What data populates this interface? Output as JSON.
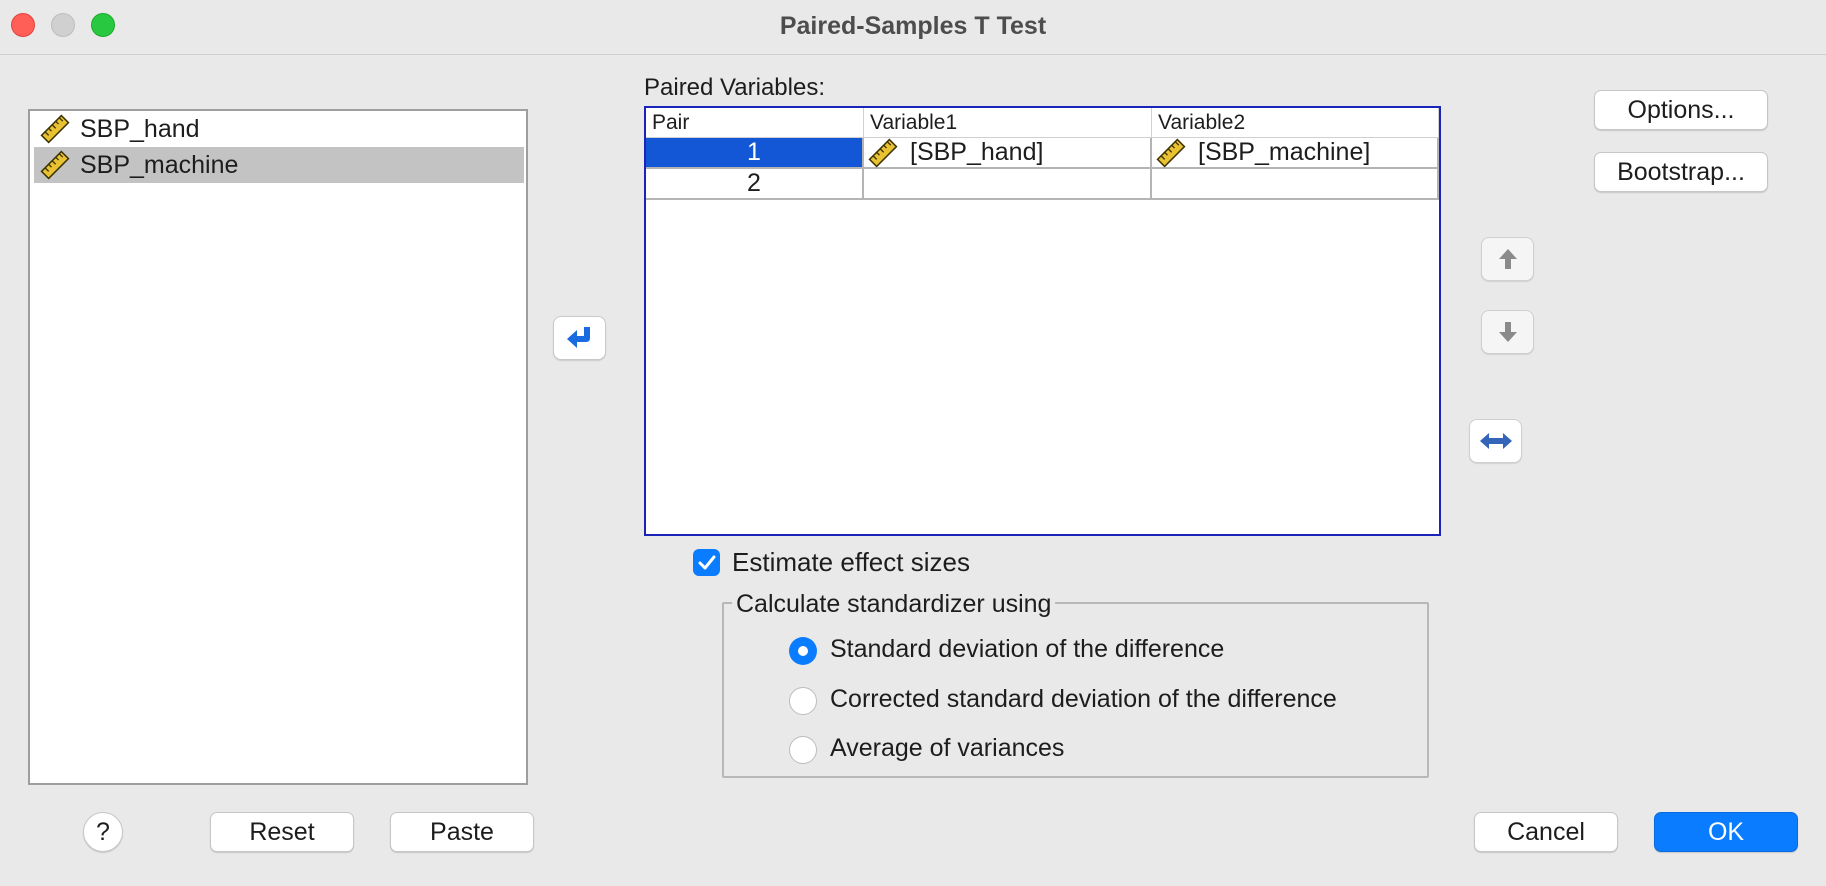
{
  "window": {
    "title": "Paired-Samples T Test"
  },
  "source_list": {
    "items": [
      {
        "label": "SBP_hand",
        "icon": "ruler-icon",
        "selected": false
      },
      {
        "label": "SBP_machine",
        "icon": "ruler-icon",
        "selected": true
      }
    ]
  },
  "paired": {
    "label": "Paired Variables:",
    "headers": [
      "Pair",
      "Variable1",
      "Variable2"
    ],
    "rows": [
      {
        "pair": "1",
        "var1": "[SBP_hand]",
        "var2": "[SBP_machine]",
        "selected": true
      },
      {
        "pair": "2",
        "var1": "",
        "var2": "",
        "selected": false
      }
    ]
  },
  "buttons": {
    "options": "Options...",
    "bootstrap": "Bootstrap...",
    "help": "?",
    "reset": "Reset",
    "paste": "Paste",
    "cancel": "Cancel",
    "ok": "OK"
  },
  "effect": {
    "checkbox_label": "Estimate effect sizes",
    "checked": true,
    "group_title": "Calculate standardizer using",
    "options": [
      {
        "label": "Standard deviation of the difference",
        "selected": true
      },
      {
        "label": "Corrected standard deviation of the difference",
        "selected": false
      },
      {
        "label": "Average of variances",
        "selected": false
      }
    ]
  },
  "colors": {
    "accent": "#0a7cff",
    "selection": "#1357d6",
    "table_border": "#1a24b8"
  }
}
